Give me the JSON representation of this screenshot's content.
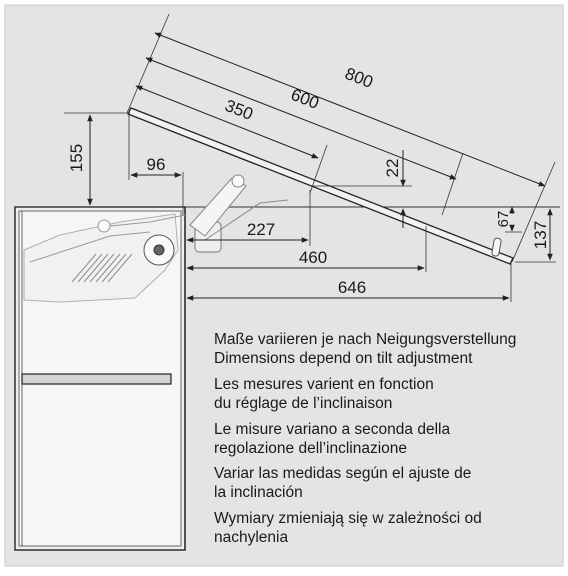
{
  "dimensions": {
    "d800": "800",
    "d600": "600",
    "d350": "350",
    "d155": "155",
    "d96": "96",
    "d22": "22",
    "d67": "67",
    "d137": "137",
    "d227": "227",
    "d460": "460",
    "d646": "646"
  },
  "notes": [
    "Maße variieren je nach Neigungsverstellung",
    "Dimensions depend on tilt adjustment",
    "Les mesures varient en fonction",
    "du réglage de l’inclinaison",
    "Le misure variano a seconda della",
    "regolazione dell’inclinazione",
    "Variar las medidas según el ajuste de",
    "la inclinación",
    "Wymiary zmieniają się w zależności od",
    "nachylenia"
  ],
  "colors": {
    "background": "#e4e4e4",
    "cabinet_interior": "#ececec",
    "line": "#222222",
    "panel": "#f4f4f4"
  }
}
